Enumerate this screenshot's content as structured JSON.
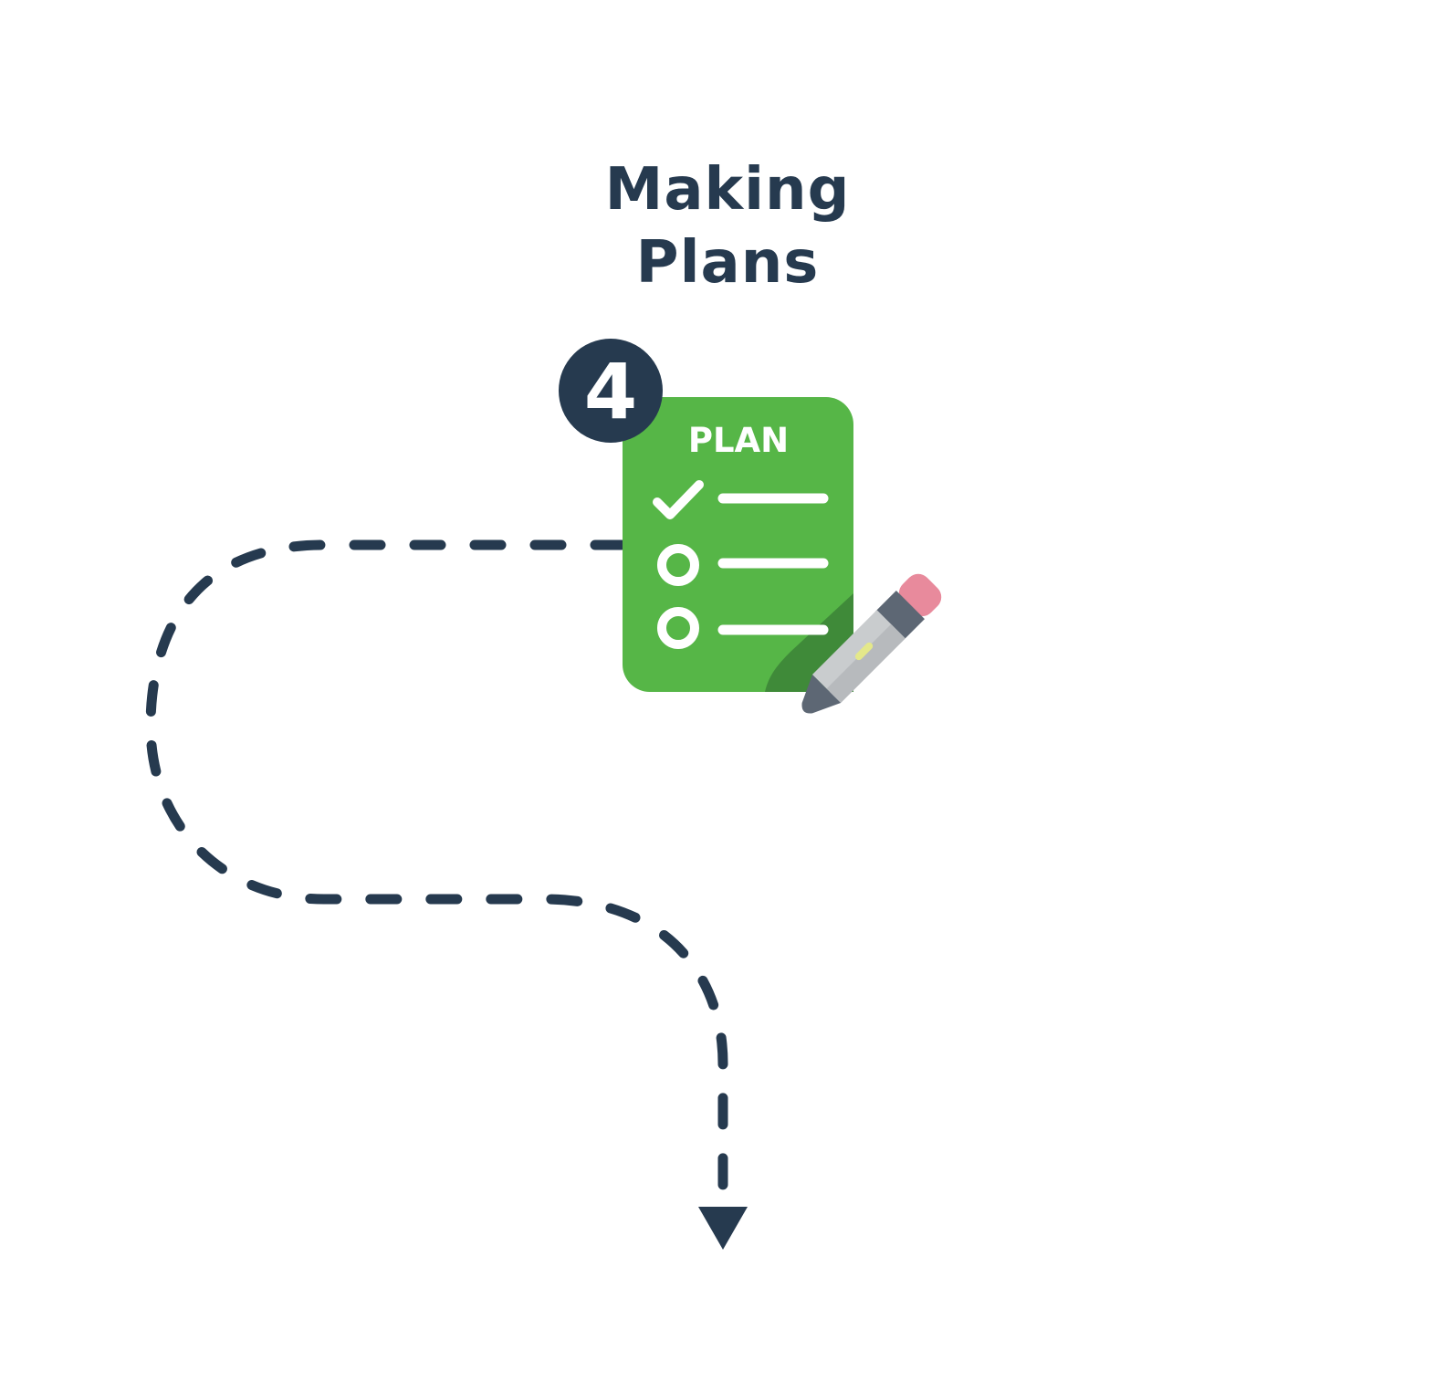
{
  "title": {
    "line1": "Making",
    "line2": "Plans"
  },
  "step": {
    "number": "4"
  },
  "plan_card": {
    "label": "PLAN",
    "items": [
      {
        "marker": "check-icon",
        "done": true
      },
      {
        "marker": "circle-icon",
        "done": false
      },
      {
        "marker": "circle-icon",
        "done": false
      }
    ]
  },
  "colors": {
    "navy": "#263a4f",
    "card_green": "#56b647",
    "card_shadow": "#3f8a39",
    "pencil_body": "#c9ccce",
    "pencil_band": "#5d6774",
    "eraser": "#e88a9c",
    "highlight": "#e4e88a"
  },
  "icons": [
    "number-badge",
    "plan-checklist-icon",
    "pencil-icon",
    "arrow-down-icon"
  ]
}
